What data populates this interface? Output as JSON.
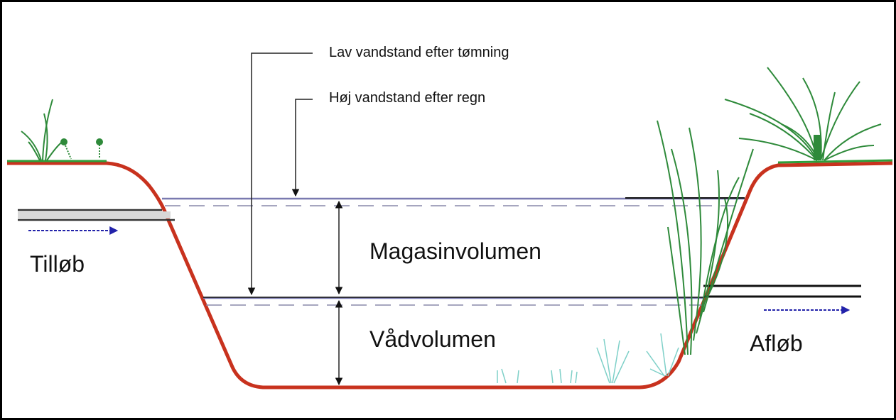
{
  "labels": {
    "low_level": "Lav vandstand efter tømning",
    "high_level": "Høj vandstand efter regn",
    "storage_volume": "Magasinvolumen",
    "wet_volume": "Vådvolumen",
    "inlet": "Tilløb",
    "outlet": "Afløb"
  },
  "colors": {
    "embankment": "#c8321e",
    "grass": "#2e9e3a",
    "water_line": "#7a7ab0",
    "arrow": "#2222aa",
    "plants_submerged": "#7ed0c8"
  }
}
